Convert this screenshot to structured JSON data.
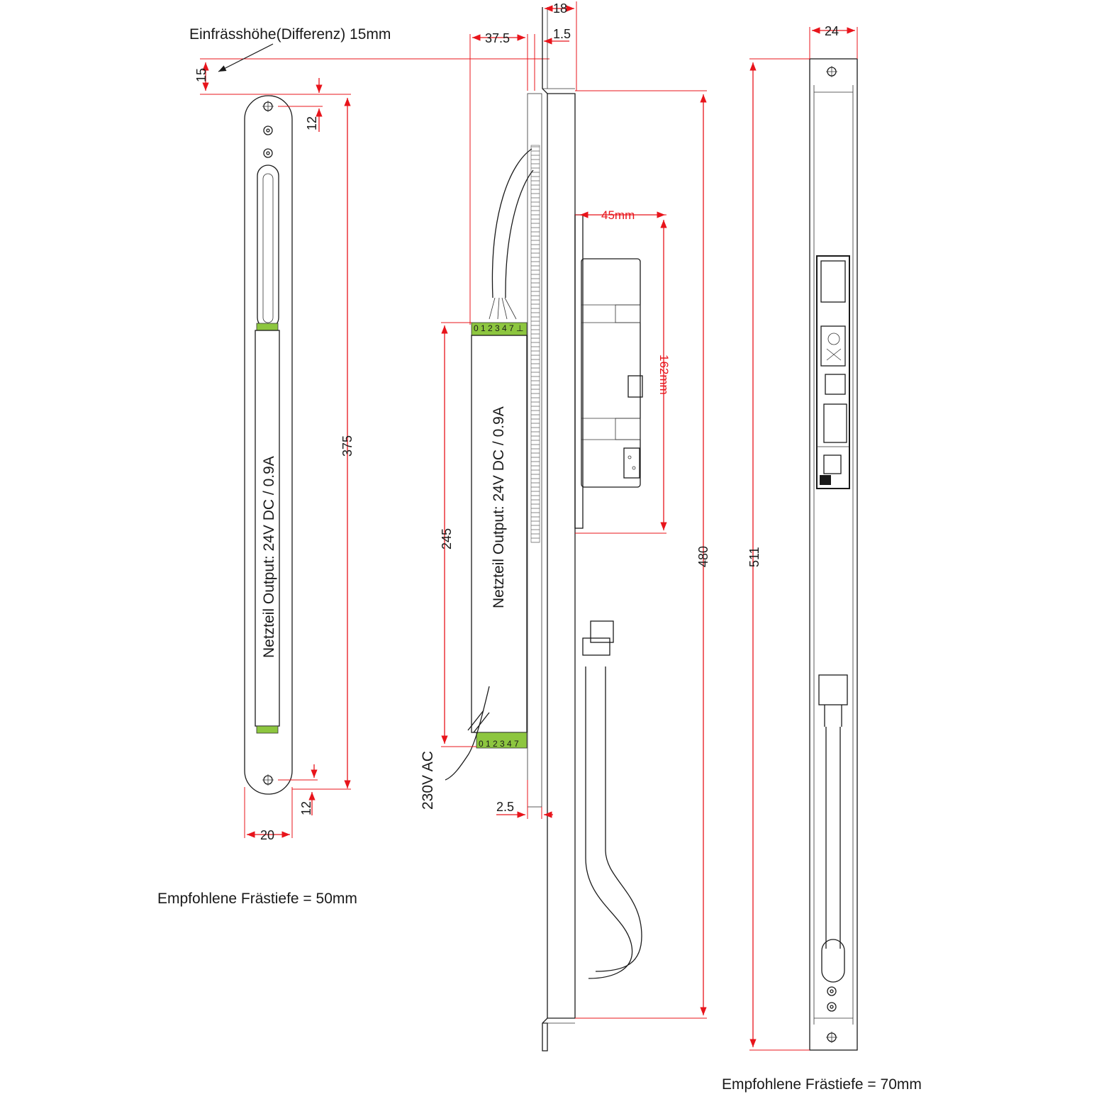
{
  "notes": {
    "milling_height": "Einfrässhöhe(Differenz) 15mm",
    "milling_depth_left": "Empfohlene Frästiefe = 50mm",
    "milling_depth_right": "Empfohlene Frästiefe = 70mm",
    "psu_label_left": "Netzteil Output: 24V DC / 0.9A",
    "psu_label_mid": "Netzteil Output: 24V DC / 0.9A",
    "mains_label": "230V AC"
  },
  "dimensions": {
    "d15": "15",
    "d12_top": "12",
    "d12_bottom": "12",
    "d20": "20",
    "d375": "375",
    "d37_5": "37.5",
    "d18": "18",
    "d1_5": "1.5",
    "d245": "245",
    "d2_5": "2.5",
    "d480": "480",
    "d45mm": "45mm",
    "d162mm": "162mm",
    "d24": "24",
    "d511": "511"
  },
  "terminals": {
    "top": "0 1 2 3 4 7 ⊥",
    "bottom": "0 1 2 3 4 7"
  },
  "colors": {
    "dimension": "#e8141b",
    "line": "#1a1a1a",
    "terminal": "#8dc63f"
  }
}
